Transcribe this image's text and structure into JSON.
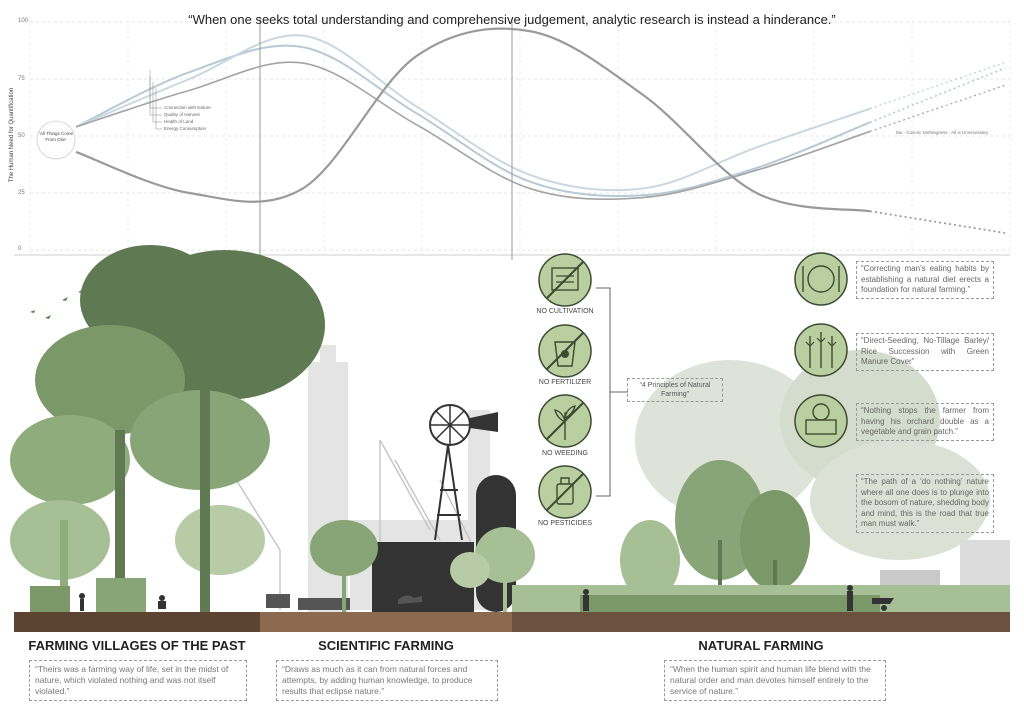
{
  "quote": "“When one seeks total understanding and comprehensive judgement, analytic research is instead a hinderance.”",
  "colors": {
    "dark_tree": "#5f7a52",
    "mid_tree": "#88a577",
    "light_tree": "#b6cba6",
    "icon_fill": "#b9cf9f",
    "icon_stroke": "#3d4a33",
    "soil": "#8c6a4f",
    "soil_dark": "#5c4433",
    "factory": "#e3e3e3",
    "silhouette": "#333333",
    "curve_gray": "#a4a4a4",
    "curve_blue": "#b7c9d6"
  },
  "chart_data": {
    "type": "line",
    "title": "",
    "xlabel": "",
    "ylabel": "The Human Need for Quantification",
    "ylim": [
      0,
      100
    ],
    "yticks": [
      "0",
      "25",
      "50",
      "75",
      "100"
    ],
    "grid": true,
    "x": [
      0,
      1,
      2,
      3,
      4,
      5,
      6,
      7
    ],
    "series": [
      {
        "name": "Connection with Nature",
        "values": [
          54,
          78,
          89,
          60,
          30,
          24,
          36,
          56
        ]
      },
      {
        "name": "Quality of Harvest",
        "values": [
          54,
          75,
          94,
          63,
          33,
          27,
          45,
          62
        ]
      },
      {
        "name": "Health of Land",
        "values": [
          54,
          70,
          82,
          55,
          27,
          23,
          35,
          52
        ]
      },
      {
        "name": "Energy Consumption",
        "values": [
          43,
          25,
          27,
          85,
          96,
          68,
          25,
          17
        ]
      }
    ],
    "annotations": {
      "left_circle": "‘All Things Come From One’",
      "right_note": "Mu - Cosmic Nothingness - All is Unnecessary"
    }
  },
  "legend_items": [
    "Connection with Nature",
    "Quality of Harvest",
    "Health of Land",
    "Energy Consumption"
  ],
  "sections": {
    "past": {
      "title": "FARMING VILLAGES OF THE PAST",
      "quote": "“Theirs was a farming way of life, set in the midst of nature, which violated nothing and was not itself violated.”"
    },
    "scientific": {
      "title": "SCIENTIFIC FARMING",
      "quote": "“Draws as much as it can from natural forces and attempts, by adding human knowledge, to produce results that eclipse nature.”"
    },
    "natural": {
      "title": "NATURAL FARMING",
      "quote": "“When the human spirit and human life blend with the natural order and man devotes himself entirely to the service of nature.”"
    }
  },
  "principles": {
    "title": "“4 Principles of Natural Farming”",
    "items": [
      {
        "label": "NO CULTIVATION",
        "icon": "no-cultivation-icon"
      },
      {
        "label": "NO FERTILIZER",
        "icon": "no-fertilizer-icon"
      },
      {
        "label": "NO WEEDING",
        "icon": "no-weeding-icon"
      },
      {
        "label": "NO PESTICIDES",
        "icon": "no-pesticides-icon"
      }
    ]
  },
  "side_items": [
    {
      "icon": "natural-diet-icon",
      "quote": "“Correcting man’s eating habits by establishing a natural diet erects a foundation for natural farming.”"
    },
    {
      "icon": "grain-icon",
      "quote": "“Direct-Seeding, No-Tillage Barley/ Rice Succession with Green Manure Cover”"
    },
    {
      "icon": "orchard-icon",
      "quote": "“Nothing stops the farmer from having his orchard double as a vegetable and grain patch.”"
    }
  ],
  "path_quote": "“The path of a ‘do nothing’ nature where all one does is to plunge into the bosom of nature, shedding body and mind, this is the road that true man must walk.”"
}
